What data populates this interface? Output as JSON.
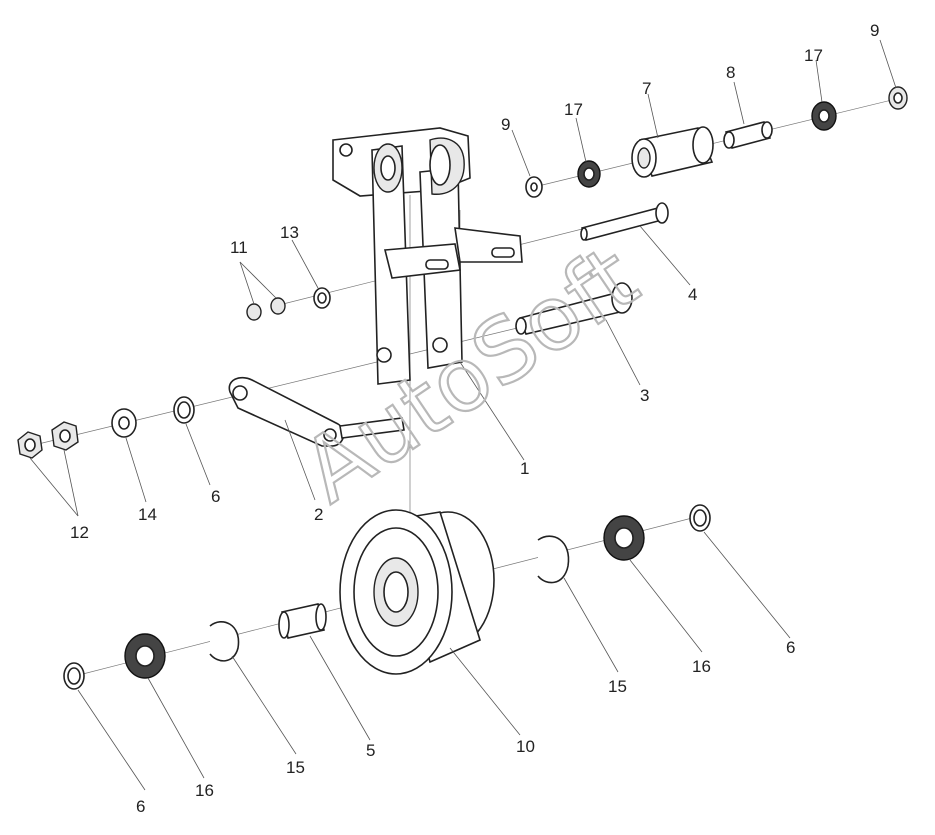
{
  "labels": {
    "l1": "1",
    "l2": "2",
    "l3": "3",
    "l4": "4",
    "l5": "5",
    "l6a": "6",
    "l6b": "6",
    "l6c": "6",
    "l7": "7",
    "l8": "8",
    "l9a": "9",
    "l9b": "9",
    "l10": "10",
    "l11": "11",
    "l12": "12",
    "l13": "13",
    "l14": "14",
    "l15a": "15",
    "l15b": "15",
    "l16a": "16",
    "l16b": "16",
    "l17a": "17",
    "l17b": "17"
  },
  "watermark": "AutoSoft"
}
